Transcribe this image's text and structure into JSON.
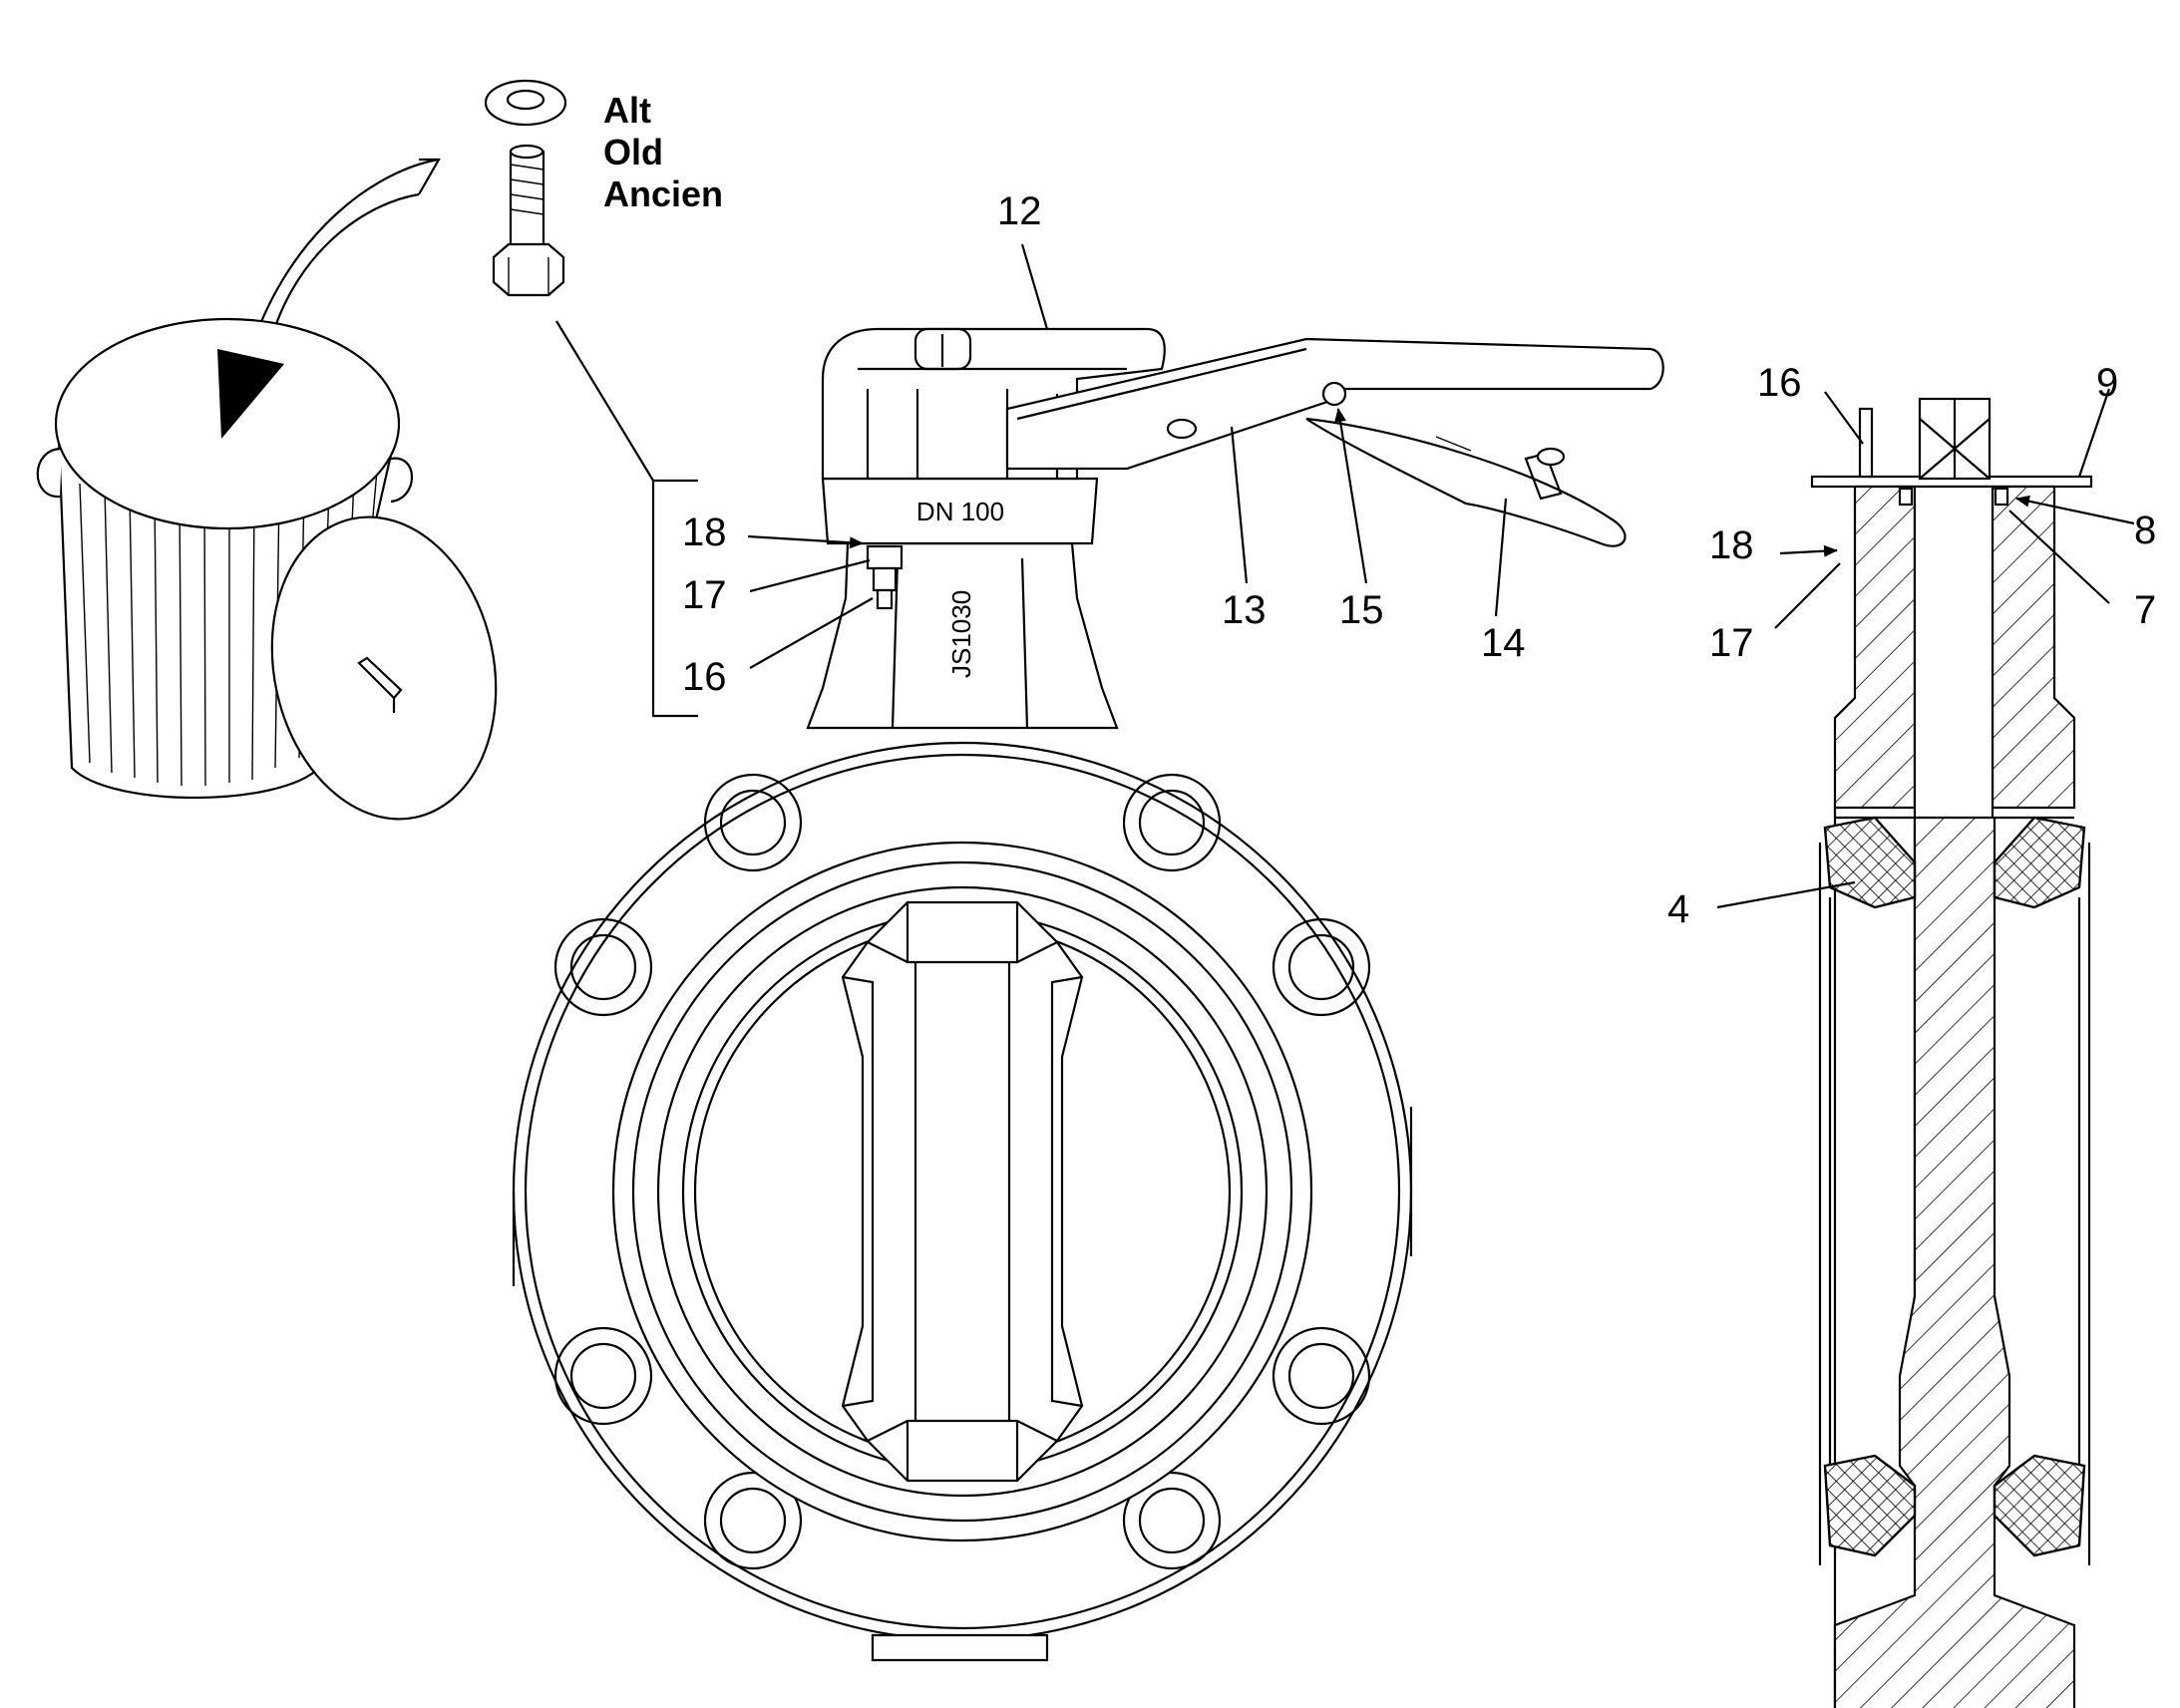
{
  "note": {
    "lines": [
      "Alt",
      "Old",
      "Ancien"
    ]
  },
  "body_marking": {
    "size": "DN 100",
    "material": "JS1030"
  },
  "callouts": {
    "handle_cap": "12",
    "lever": "13",
    "trigger": "14",
    "pin": "15",
    "screw": "16",
    "washer": "17",
    "clip": "18",
    "liner": "4",
    "o_ring_lower": "7",
    "o_ring_upper": "8",
    "plate": "9"
  }
}
